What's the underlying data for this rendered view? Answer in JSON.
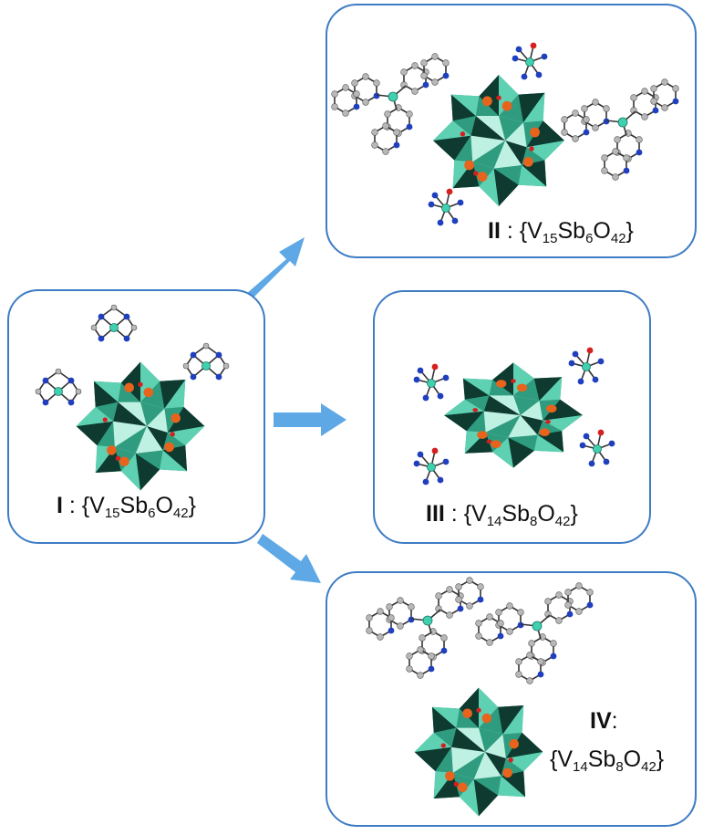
{
  "panels": {
    "I": {
      "label": "I",
      "sep": " : ",
      "formula": {
        "a": "{V",
        "a_sub": "15",
        "b": "Sb",
        "b_sub": "6",
        "c": "O",
        "c_sub": "42",
        "d": "}"
      }
    },
    "II": {
      "label": "II",
      "sep": " : ",
      "formula": {
        "a": "{V",
        "a_sub": "15",
        "b": "Sb",
        "b_sub": "6",
        "c": "O",
        "c_sub": "42",
        "d": "}"
      }
    },
    "III": {
      "label": "III",
      "sep": " : ",
      "formula": {
        "a": "{V",
        "a_sub": "14",
        "b": "Sb",
        "b_sub": "8",
        "c": "O",
        "c_sub": "42",
        "d": "}"
      }
    },
    "IV": {
      "label": "IV",
      "sep": ":",
      "formula": {
        "a": "{V",
        "a_sub": "14",
        "b": "Sb",
        "b_sub": "8",
        "c": "O",
        "c_sub": "42",
        "d": "}"
      }
    }
  },
  "colors": {
    "border": "#3e7cc4",
    "arrow": "#5ea8e6",
    "polyhedron_light": "#5fd1b3",
    "polyhedron_mid": "#2f9c7f",
    "polyhedron_dark": "#0e3a30",
    "antimony": "#e8631c",
    "oxygen": "#d61f1f",
    "nitrogen": "#1f3fbf",
    "carbon": "#b8b8b8",
    "metal": "#40d0b0"
  },
  "icons": [
    "arrow-right-icon",
    "arrow-up-right-icon",
    "arrow-down-right-icon",
    "polyoxovanadate-cluster-icon",
    "metal-complex-icon"
  ]
}
